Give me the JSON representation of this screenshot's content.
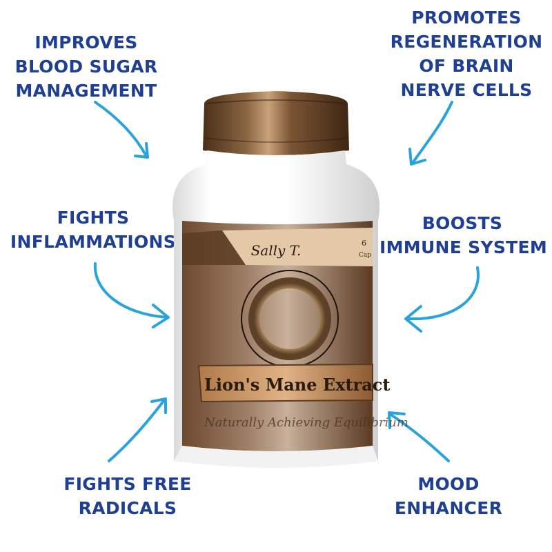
{
  "benefits": {
    "top_left": [
      "IMPROVES",
      "BLOOD SUGAR",
      "MANAGEMENT"
    ],
    "top_right": [
      "PROMOTES",
      "REGENERATION",
      "OF BRAIN",
      "NERVE CELLS"
    ],
    "mid_left": [
      "FIGHTS",
      "INFLAMMATIONS"
    ],
    "mid_right": [
      "BOOSTS",
      "IMMUNE SYSTEM"
    ],
    "bottom_left": [
      "FIGHTS FREE",
      "RADICALS"
    ],
    "bottom_right": [
      "MOOD",
      "ENHANCER"
    ]
  },
  "product": {
    "brand": "Sally T.",
    "name": "Lion's Mane Extract",
    "tagline": "Naturally Achieving Equilibrium",
    "edge_text": "6",
    "edge_text_2": "Cap"
  },
  "colors": {
    "text": "#1f3f93",
    "arrow": "#2aa3dc",
    "cap": "#6b4a2e",
    "label": "#7a5a3c"
  }
}
